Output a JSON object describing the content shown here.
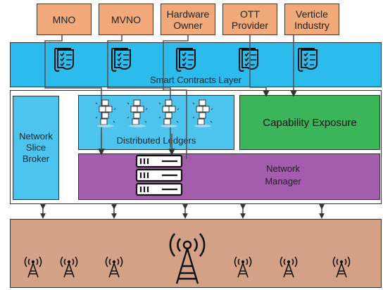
{
  "stakeholders": [
    {
      "label": "MNO"
    },
    {
      "label": "MVNO"
    },
    {
      "label": "Hardware\nOwner"
    },
    {
      "label": "OTT\nProvider"
    },
    {
      "label": "Verticle\nIndustry"
    }
  ],
  "smart_contracts_label": "Smart Contracts Layer",
  "broker_label": "Network\nSlice\nBroker",
  "ledgers_label": "Distributed Ledgers",
  "capability_label": "Capability Exposure",
  "network_manager_label": "Network\nManager",
  "icons": {
    "contract": "smart-contract-document-icon",
    "ledger": "blockchain-ledger-icon",
    "server": "server-rack-icon",
    "tower": "radio-tower-icon",
    "arrow": "bidirectional-arrow-icon"
  },
  "colors": {
    "stakeholder": "#f2a97a",
    "smart_contracts": "#2bbbec",
    "ledgers": "#4cc4ee",
    "capability": "#3ab55a",
    "network_manager": "#a45cad",
    "ran": "#d3a186"
  }
}
